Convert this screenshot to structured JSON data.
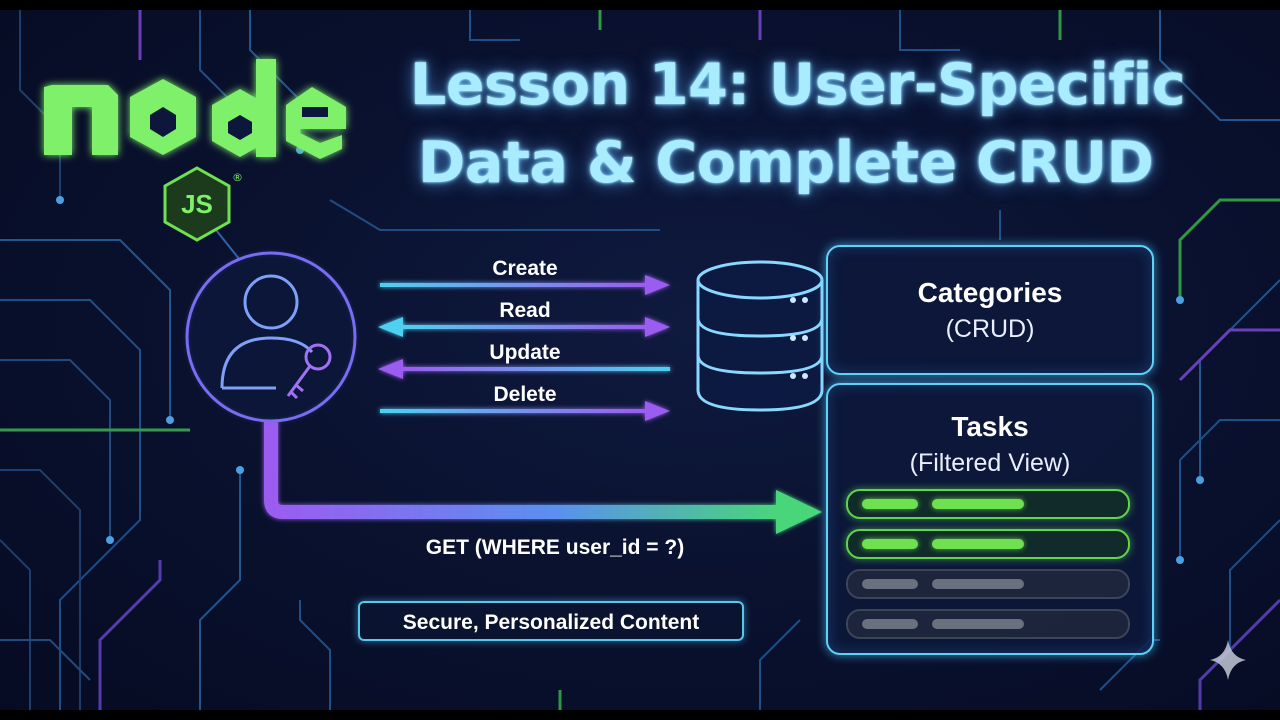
{
  "title": {
    "line1": "Lesson 14: User-Specific",
    "line2": "Data & Complete CRUD"
  },
  "logo": {
    "wordmark": "node",
    "badge": "JS",
    "registered": "®"
  },
  "crud_operations": [
    "Create",
    "Read",
    "Update",
    "Delete"
  ],
  "query_label": "GET (WHERE user_id = ?)",
  "badge_text": "Secure, Personalized Content",
  "categories_panel": {
    "title": "Categories",
    "subtitle": "(CRUD)"
  },
  "tasks_panel": {
    "title": "Tasks",
    "subtitle": "(Filtered View)",
    "rows": [
      "active",
      "active",
      "inactive",
      "inactive"
    ]
  },
  "icons": [
    "user-key-icon",
    "database-icon",
    "sparkle-icon"
  ],
  "colors": {
    "background": "#0a1230",
    "title_glow": "#a9ecff",
    "node_green": "#6fe04f",
    "panel_border": "#5fd3f5",
    "arrow_purple": "#9b5cf0",
    "arrow_cyan": "#4fd0f0"
  }
}
